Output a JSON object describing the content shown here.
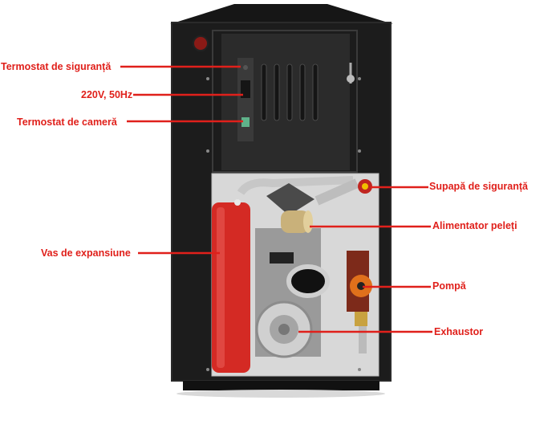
{
  "labels": {
    "safety_thermostat": "Termostat de siguranță",
    "power": "220V, 50Hz",
    "room_thermostat": "Termostat de cameră",
    "safety_valve": "Supapă de siguranță",
    "pellet_feeder": "Alimentator peleți",
    "expansion_vessel": "Vas de expansiune",
    "pump": "Pompă",
    "exhaust_fan": "Exhaustor"
  },
  "colors": {
    "label_red": "#e0201b",
    "body_dark": "#1c1c1c",
    "vessel_red": "#d42a24"
  }
}
